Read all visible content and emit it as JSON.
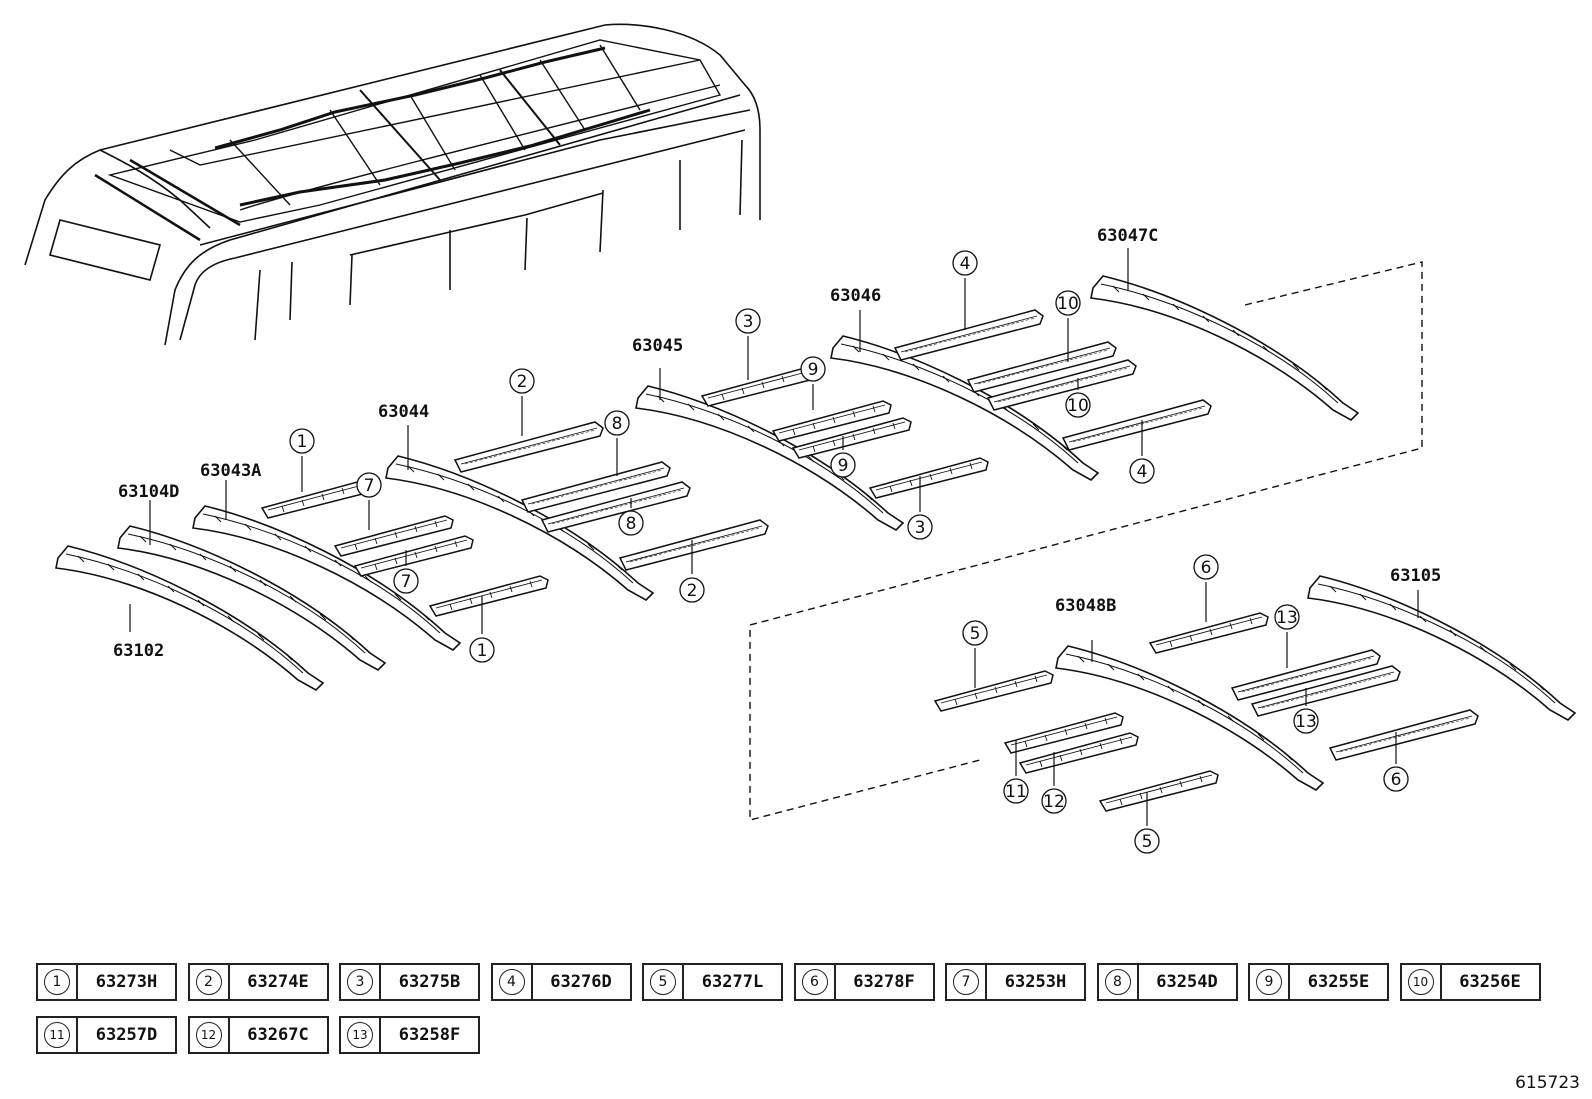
{
  "labels": {
    "p63102": "63102",
    "p63104D": "63104D",
    "p63043A": "63043A",
    "p63044": "63044",
    "p63045": "63045",
    "p63046": "63046",
    "p63047C": "63047C",
    "p63048B": "63048B",
    "p63105": "63105"
  },
  "callouts": [
    "1",
    "2",
    "3",
    "4",
    "5",
    "6",
    "7",
    "8",
    "9",
    "10",
    "11",
    "12",
    "13"
  ],
  "legend": [
    {
      "num": "1",
      "code": "63273H"
    },
    {
      "num": "2",
      "code": "63274E"
    },
    {
      "num": "3",
      "code": "63275B"
    },
    {
      "num": "4",
      "code": "63276D"
    },
    {
      "num": "5",
      "code": "63277L"
    },
    {
      "num": "6",
      "code": "63278F"
    },
    {
      "num": "7",
      "code": "63253H"
    },
    {
      "num": "8",
      "code": "63254D"
    },
    {
      "num": "9",
      "code": "63255E"
    },
    {
      "num": "10",
      "code": "63256E"
    },
    {
      "num": "11",
      "code": "63257D"
    },
    {
      "num": "12",
      "code": "63267C"
    },
    {
      "num": "13",
      "code": "63258F"
    }
  ],
  "diagram_id": "615723"
}
